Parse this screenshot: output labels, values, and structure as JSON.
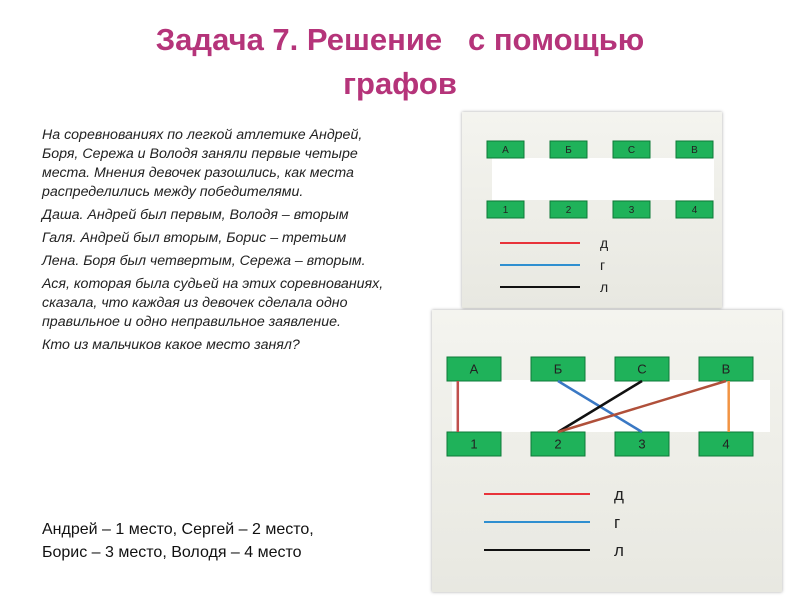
{
  "title": "Задача 7. Решение   с помощью\nграфов",
  "problem": [
    "На соревнованиях по легкой атлетике Андрей, Боря, Сережа и Володя заняли первые четыре места. Мнения девочек разошлись, как места распределились между победителями.",
    "Даша. Андрей был первым, Володя – вторым",
    "Галя. Андрей был вторым, Борис – третьим",
    "Лена. Боря был четвертым, Сережа – вторым.",
    "Ася, которая была судьей на этих соревнованиях, сказала, что каждая из девочек сделала одно правильное и одно неправильное заявление.",
    "Кто из мальчиков какое место занял?"
  ],
  "answer": {
    "line1": "Андрей – 1 место, Сергей – 2 место,",
    "line2": "Борис – 3 место, Володя – 4 место"
  },
  "diagram": {
    "top_nodes": [
      "А",
      "Б",
      "С",
      "В"
    ],
    "bottom_nodes": [
      "1",
      "2",
      "3",
      "4"
    ],
    "legend": [
      {
        "label": "д",
        "color": "#e8333a"
      },
      {
        "label": "г",
        "color": "#2f8fd0"
      },
      {
        "label": "л",
        "color": "#111111"
      }
    ],
    "node_color": "#1fb25a",
    "solution_edges": [
      {
        "from": 0,
        "to": 0,
        "color": "#c0504d"
      },
      {
        "from": 1,
        "to": 2,
        "color": "#3a78c4"
      },
      {
        "from": 2,
        "to": 1,
        "color": "#111111"
      },
      {
        "from": 3,
        "to": 1,
        "color": "#b0503a"
      },
      {
        "from": 3,
        "to": 3,
        "color": "#f29443"
      }
    ]
  }
}
